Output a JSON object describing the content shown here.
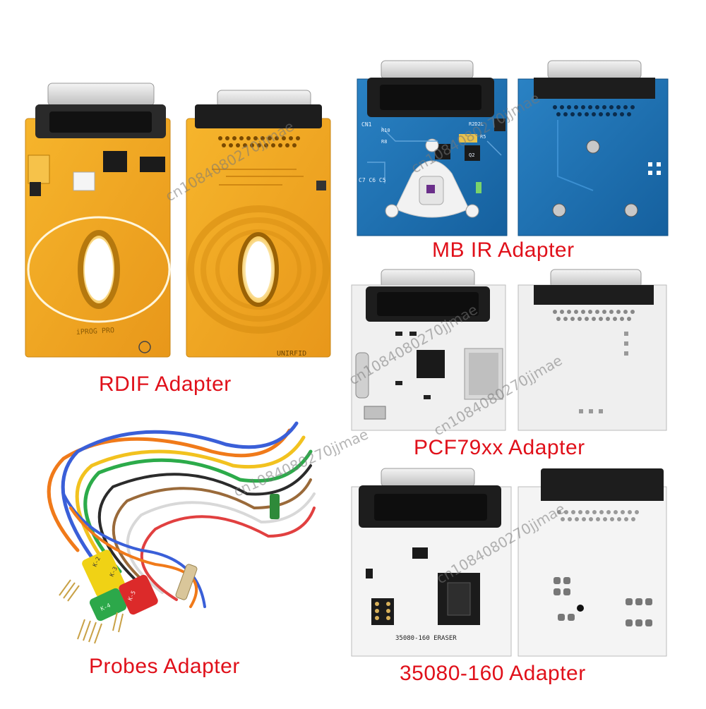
{
  "captions": {
    "rdif": "RDIF Adapter",
    "mb_ir": "MB IR Adapter",
    "pcf": "PCF79xx Adapter",
    "probes": "Probes Adapter",
    "eraser": "35080-160 Adapter"
  },
  "board_labels": {
    "iprog_pro": "iPROG PRO",
    "unirfid": "UNIRFID",
    "eraser_silk": "35080-160 ERASER",
    "cn1": "CN1",
    "caps": "C7 C6 C5",
    "r10": "R10",
    "r8": "R8",
    "r5": "R5",
    "q2": "Q2",
    "r2d2l": "R2D2L",
    "probe_k2": "K-2",
    "probe_k3": "K-3",
    "probe_k4": "K-4",
    "probe_k5": "K-5"
  },
  "watermarks": [
    "cn1084080270jjmae",
    "cn1084080270jjmae",
    "cn1084080270jjmae",
    "cn1084080270jjmae",
    "cn1084080270jjmae",
    "cn1084080270jjmae"
  ],
  "colors": {
    "caption": "#e0101a",
    "yellow_pcb": "#f0a51e",
    "blue_pcb": "#1a6fb0",
    "white_pcb": "#f2f2f2"
  }
}
